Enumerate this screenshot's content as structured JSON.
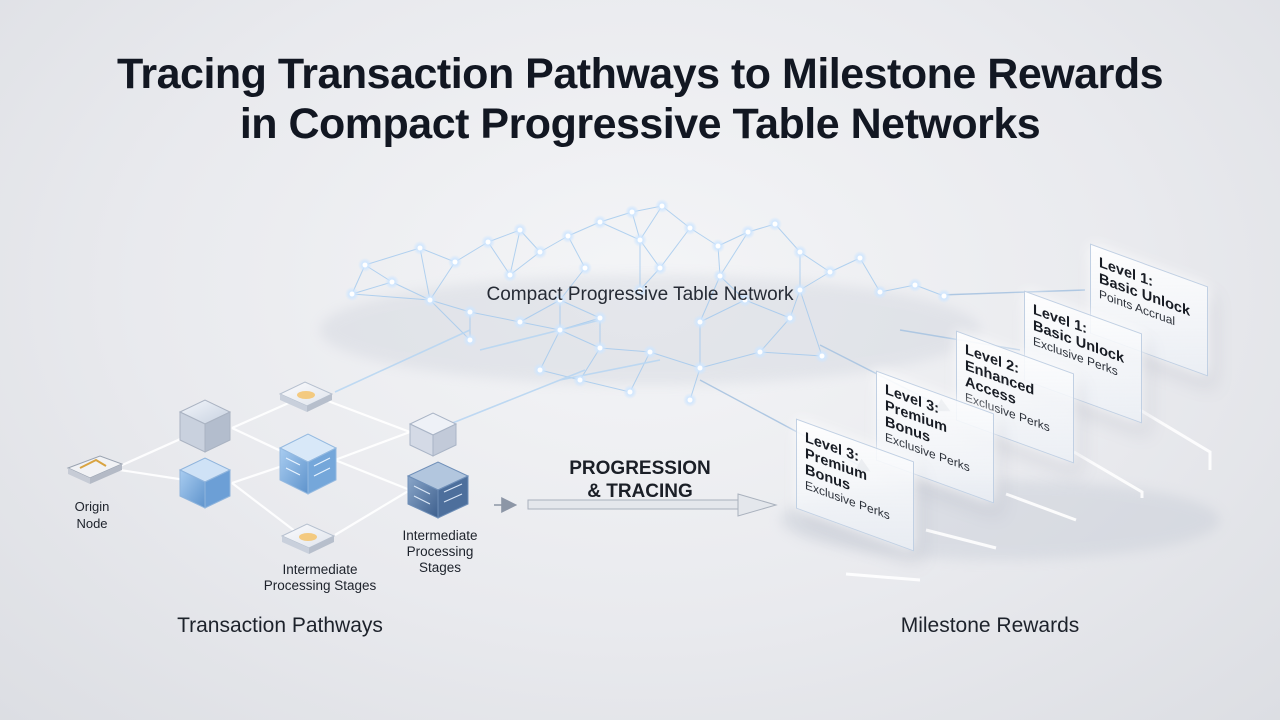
{
  "title": {
    "line1": "Tracing Transaction Pathways to Milestone Rewards",
    "line2": "in Compact Progressive Table Networks"
  },
  "network": {
    "label": "Compact Progressive Table Network"
  },
  "pathways": {
    "origin_line1": "Origin",
    "origin_line2": "Node",
    "stages_left_line1": "Intermediate",
    "stages_left_line2": "Processing Stages",
    "stages_right_line1": "Intermediate",
    "stages_right_line2": "Processing",
    "stages_right_line3": "Stages",
    "section_label": "Transaction Pathways"
  },
  "progression": {
    "line1": "PROGRESSION",
    "line2": "& TRACING"
  },
  "rewards": {
    "section_label": "Milestone Rewards",
    "cards": [
      {
        "level": "Level 1:",
        "name_line1": "Basic Unlock",
        "name_line2": "",
        "perks": "Points Accrual"
      },
      {
        "level": "Level 1:",
        "name_line1": "Basic Unlock",
        "name_line2": "",
        "perks": "Exclusive Perks"
      },
      {
        "level": "Level 2:",
        "name_line1": "Enhanced Access",
        "name_line2": "",
        "perks": "Exclusive Perks"
      },
      {
        "level": "Level 3:",
        "name_line1": "Premium Bonus",
        "name_line2": "",
        "perks": "Exclusive Perks"
      },
      {
        "level": "Level 3:",
        "name_line1": "Premium Bonus",
        "name_line2": "",
        "perks": "Exclusive Perks"
      }
    ]
  },
  "colors": {
    "node_glow": "#bfe0ff",
    "node_core": "#ffffff",
    "link": "#9cc6ee",
    "cube_blue": "#7fb3e6",
    "cube_gray": "#c9cfdb",
    "cube_dark": "#5d86b8",
    "accent_gold": "#f5c36b"
  }
}
